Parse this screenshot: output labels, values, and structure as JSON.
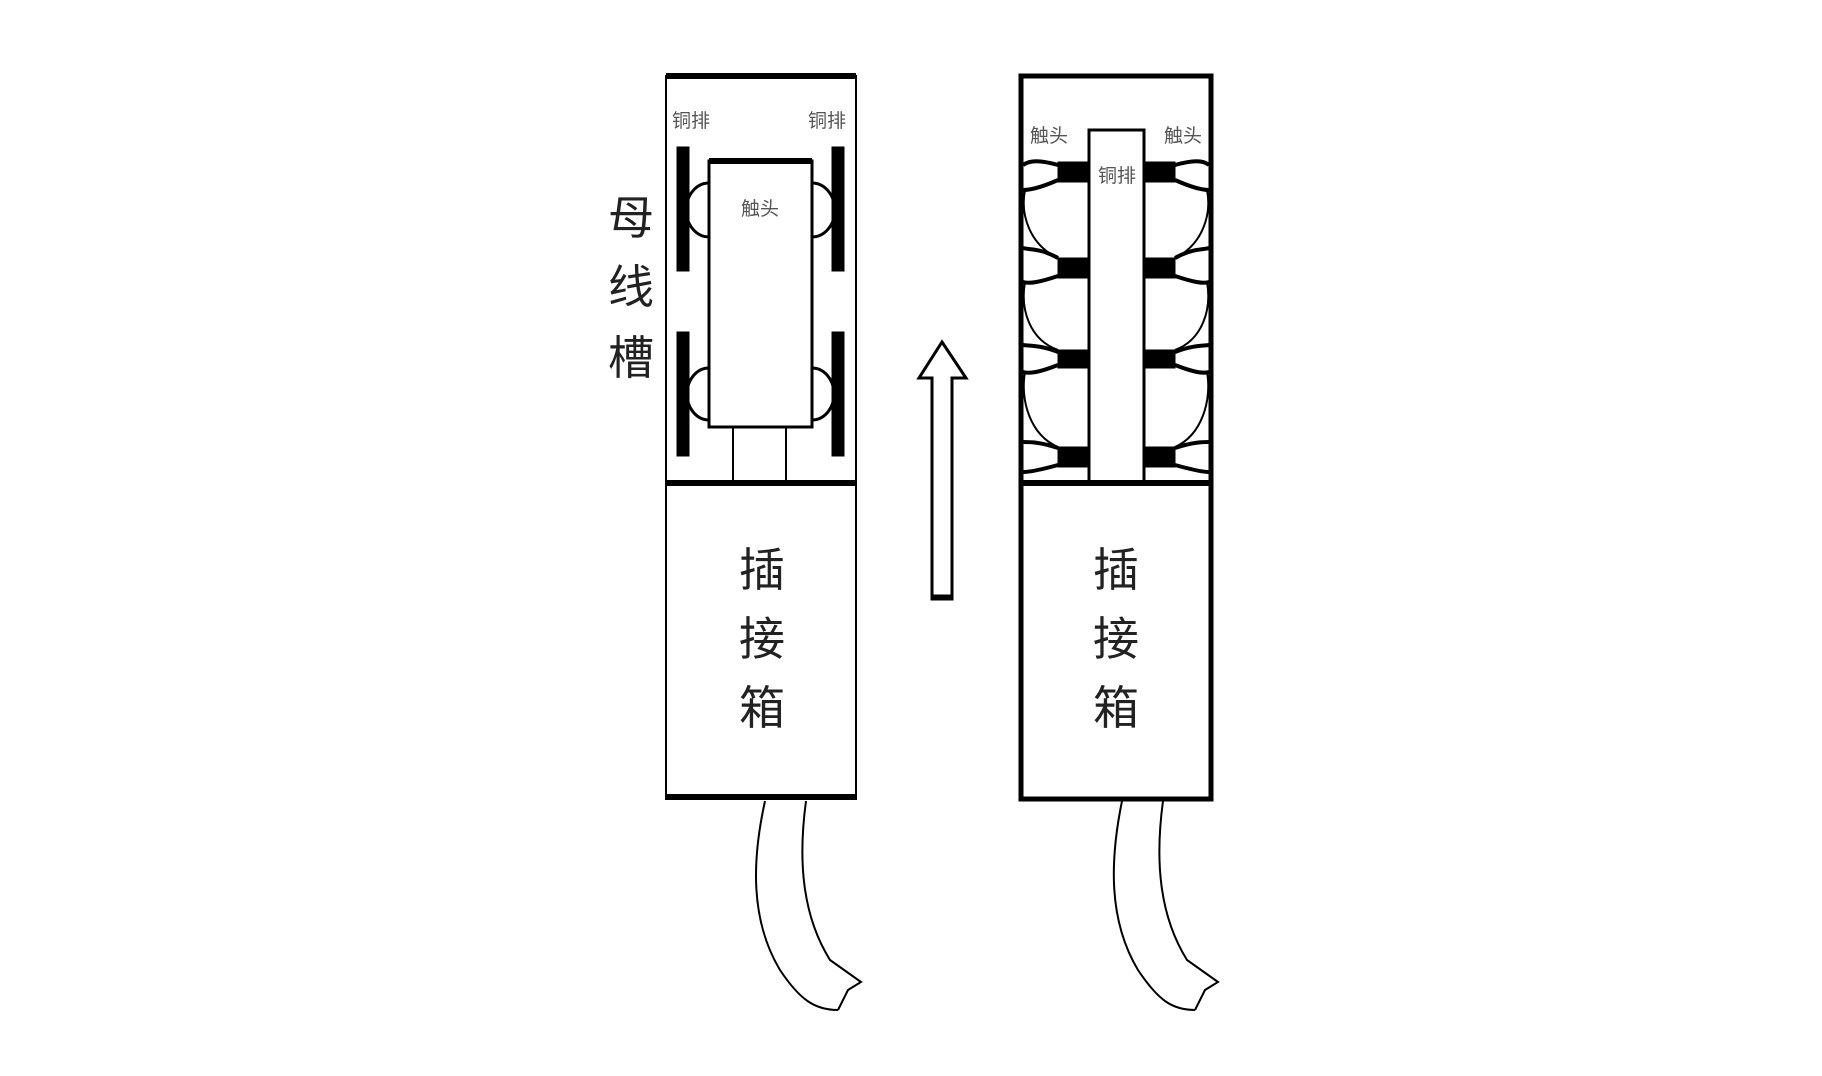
{
  "left": {
    "busway_label": [
      "母",
      "线",
      "槽"
    ],
    "copper_bar_left": "铜排",
    "copper_bar_right": "铜排",
    "contact_label": "触头",
    "plug_box_label": [
      "插",
      "接",
      "箱"
    ]
  },
  "right": {
    "contact_left": "触头",
    "contact_right": "触头",
    "copper_bar_label": "铜排",
    "plug_box_label": [
      "插",
      "接",
      "箱"
    ]
  },
  "colors": {
    "stroke": "#000000",
    "text": "#222222"
  }
}
